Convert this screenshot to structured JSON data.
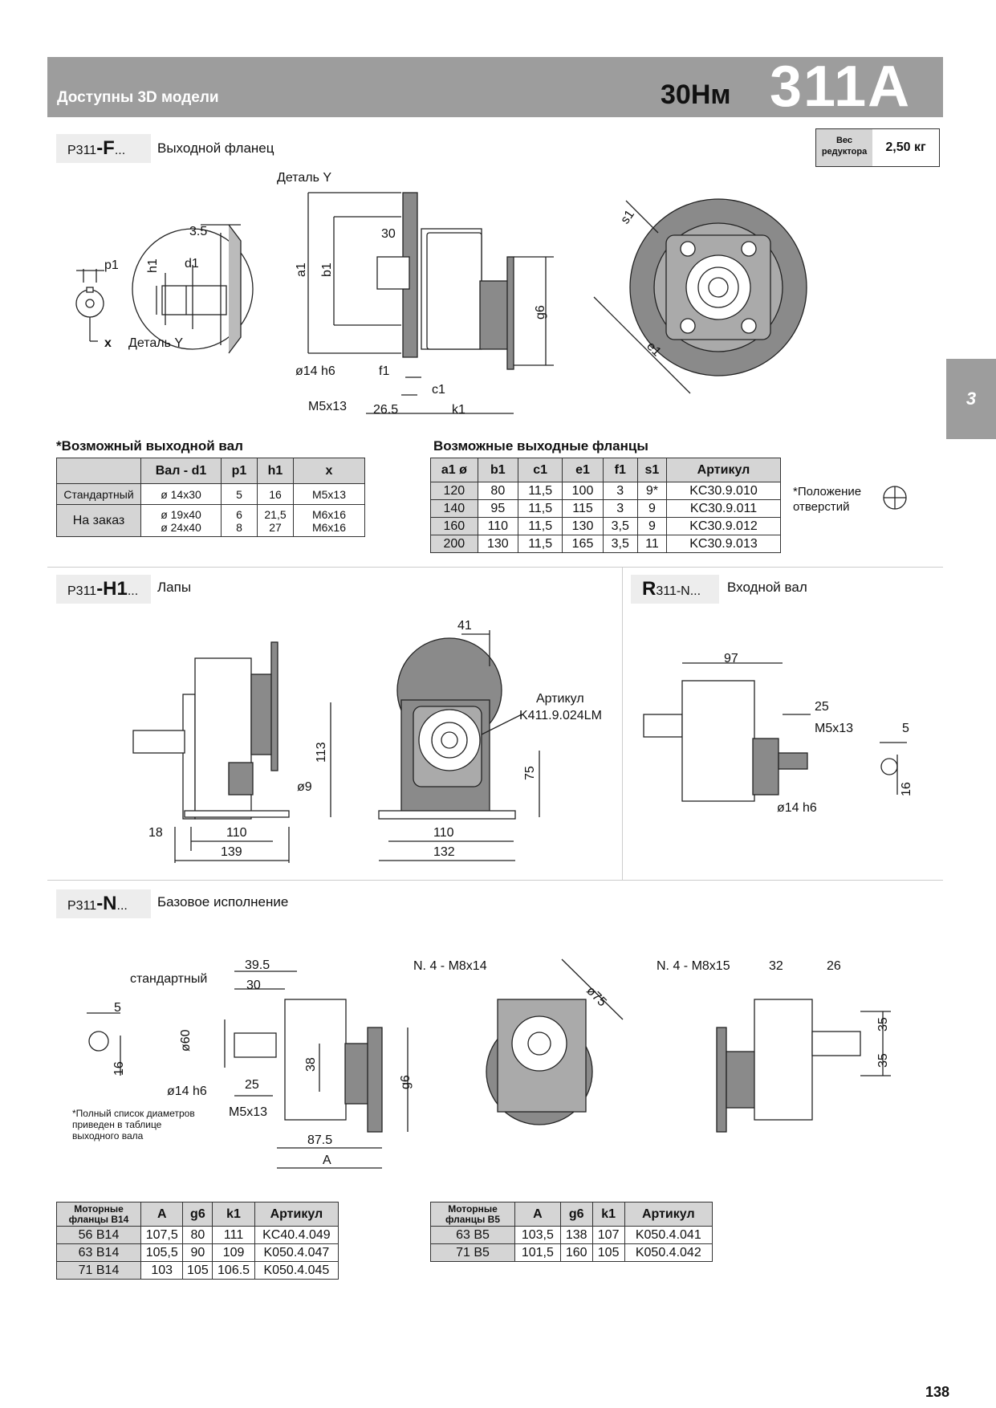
{
  "header": {
    "subtitle": "Доступны 3D модели",
    "torque": "30Нм",
    "model": "311A"
  },
  "chapter_tab": "3",
  "weight": {
    "label_line1": "Вес",
    "label_line2": "редуктора",
    "value": "2,50 кг"
  },
  "sections": {
    "f": {
      "code_prefix": "P311",
      "code_main": "-F",
      "code_suffix": "...",
      "label": "Выходной фланец"
    },
    "h1": {
      "code_prefix": "P311",
      "code_main": "-H1",
      "code_suffix": "...",
      "label": "Лапы"
    },
    "r": {
      "code_prefix": "",
      "code_main": "R",
      "code_suffix": "311-N...",
      "label": "Входной вал"
    },
    "n": {
      "code_prefix": "P311",
      "code_main": "-N",
      "code_suffix": "...",
      "label": "Базовое исполнение"
    }
  },
  "labels": {
    "detail_y_top": "Деталь Y",
    "detail_y_bottom": "Деталь Y",
    "d3_5": "3.5",
    "p1": "p1",
    "h1": "h1",
    "d1": "d1",
    "x": "x",
    "a1": "a1",
    "b1": "b1",
    "d30": "30",
    "d14h6": "ø14 h6",
    "f1": "f1",
    "c1": "c1",
    "m5x13": "M5x13",
    "d26_5": "26.5",
    "k1": "k1",
    "g6": "g6",
    "s1": "s1",
    "e1": "e1",
    "h1_41": "41",
    "h1_113": "113",
    "h1_75": "75",
    "h1_d9": "ø9",
    "h1_18": "18",
    "h1_110a": "110",
    "h1_139": "139",
    "h1_110b": "110",
    "h1_132": "132",
    "artikul_label": "Артикул",
    "artikul_code": "K411.9.024LM",
    "r_97": "97",
    "r_25": "25",
    "r_m5x13": "M5x13",
    "r_5": "5",
    "r_16": "16",
    "r_d14h6": "ø14 h6",
    "n_standard": "стандартный",
    "n_39_5": "39.5",
    "n_30": "30",
    "n_5": "5",
    "n_16": "16",
    "n_d60": "ø60",
    "n_38": "38",
    "n_d14h6": "ø14 h6",
    "n_25": "25",
    "n_m5x13": "M5x13",
    "n_g6": "g6",
    "n_87_5": "87.5",
    "n_A": "A",
    "n_note": "*Полный список диаметров приведен в таблице выходного вала",
    "n4_m8x14": "N. 4 - M8x14",
    "d75": "ø75",
    "n4_m8x15": "N. 4 - M8x15",
    "n_32": "32",
    "n_26": "26",
    "n_35a": "35",
    "n_35b": "35"
  },
  "shaft_table": {
    "title": "*Возможный выходной вал",
    "headers": [
      "",
      "Вал - d1",
      "p1",
      "h1",
      "x"
    ],
    "rows": [
      {
        "name": "Стандартный",
        "d1": "ø 14x30",
        "p1": "5",
        "h1": "16",
        "x": "M5x13"
      },
      {
        "name": "На заказ",
        "d1": "ø 19x40",
        "d1b": "ø 24x40",
        "p1": "6",
        "p1b": "8",
        "h1": "21,5",
        "h1b": "27",
        "x": "M6x16",
        "xb": "M6x16"
      }
    ]
  },
  "flange_table": {
    "title": "Возможные выходные фланцы",
    "headers": [
      "a1 ø",
      "b1",
      "c1",
      "e1",
      "f1",
      "s1",
      "Артикул"
    ],
    "rows": [
      [
        "120",
        "80",
        "11,5",
        "100",
        "3",
        "9*",
        "KC30.9.010"
      ],
      [
        "140",
        "95",
        "11,5",
        "115",
        "3",
        "9",
        "KC30.9.011"
      ],
      [
        "160",
        "110",
        "11,5",
        "130",
        "3,5",
        "9",
        "KC30.9.012"
      ],
      [
        "200",
        "130",
        "11,5",
        "165",
        "3,5",
        "11",
        "KC30.9.013"
      ]
    ],
    "note": "*Положение отверстий"
  },
  "b14_table": {
    "headers": [
      "Моторные фланцы B14",
      "A",
      "g6",
      "k1",
      "Артикул"
    ],
    "rows": [
      [
        "56 B14",
        "107,5",
        "80",
        "111",
        "KC40.4.049"
      ],
      [
        "63 B14",
        "105,5",
        "90",
        "109",
        "K050.4.047"
      ],
      [
        "71 B14",
        "103",
        "105",
        "106.5",
        "K050.4.045"
      ]
    ]
  },
  "b5_table": {
    "headers": [
      "Моторные фланцы B5",
      "A",
      "g6",
      "k1",
      "Артикул"
    ],
    "rows": [
      [
        "63 B5",
        "103,5",
        "138",
        "107",
        "K050.4.041"
      ],
      [
        "71 B5",
        "101,5",
        "160",
        "105",
        "K050.4.042"
      ]
    ]
  },
  "page_number": "138"
}
